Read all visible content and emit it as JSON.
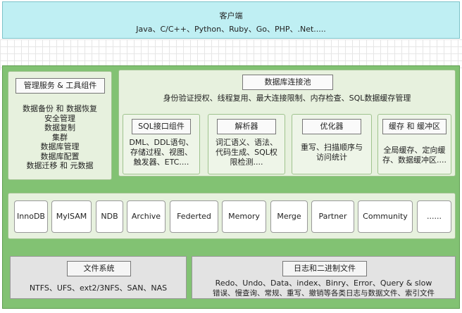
{
  "client": {
    "title": "客户端",
    "languages": "Java、C/C++、Python、Ruby、Go、PHP、.Net....."
  },
  "management": {
    "title": "管理服务 & 工具组件",
    "items": [
      "数据备份 和 数据恢复",
      "安全管理",
      "数据复制",
      "集群",
      "数据库管理",
      "数据库配置",
      "数据迁移 和 元数据"
    ]
  },
  "connection_pool": {
    "title": "数据库连接池",
    "desc": "身份验证授权、线程复用、最大连接限制、内存检查、SQL数据缓存管理"
  },
  "sql_interface": {
    "title": "SQL接口组件",
    "lines": [
      "DML、DDL语句、",
      "存储过程、视图、",
      "触发器、ETC...."
    ]
  },
  "parser": {
    "title": "解析器",
    "lines": [
      "词汇语义、语法、",
      "代码生成、SQL权",
      "限检测...."
    ]
  },
  "optimizer": {
    "title": "优化器",
    "lines": [
      "重写、扫描顺序与",
      "访问统计"
    ]
  },
  "cache": {
    "title": "缓存 和 缓冲区",
    "lines": [
      "全局缓存、定向缓",
      "存、数据缓冲区...."
    ]
  },
  "engines": [
    "InnoDB",
    "MyISAM",
    "NDB",
    "Archive",
    "Federted",
    "Memory",
    "Merge",
    "Partner",
    "Community",
    "......"
  ],
  "filesystem": {
    "title": "文件系统",
    "desc": "NTFS、UFS、ext2/3NFS、SAN、NAS"
  },
  "logs": {
    "title": "日志和二进制文件",
    "line1": "Redo、Undo、Data、index、Binry、Error、Query & slow",
    "line2": "错误、慢查询、常规、重写、撤销等各类日志与数据文件、索引文件"
  },
  "colors": {
    "client_bg": "#bfeff3",
    "main_bg": "#82c273",
    "panel_bg": "#e7f1de",
    "bottom_bg": "#e3e3e3"
  }
}
